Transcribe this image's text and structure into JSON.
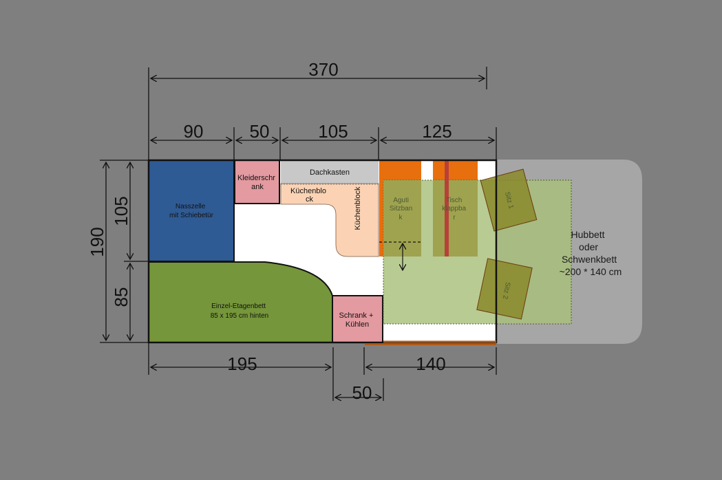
{
  "dimensions": {
    "total_length": "370",
    "top_segments": [
      "90",
      "50",
      "105",
      "125"
    ],
    "bottom_segments": [
      "195",
      "140",
      "50"
    ],
    "total_width": "190",
    "side_segments": [
      "105",
      "85"
    ]
  },
  "rooms": {
    "nasszelle": [
      "Nasszelle",
      "mit Schiebetür"
    ],
    "kleiderschrank": [
      "Kleiderschr",
      "ank"
    ],
    "dachkasten": "Dachkasten",
    "kuechenblock_h": [
      "Küchenblo",
      "ck"
    ],
    "kuechenblock_v": "Küchenblock",
    "etagenbett": [
      "Einzel-Etagenbett",
      "85 x 195 cm hinten"
    ],
    "schrank": [
      "Schrank +",
      "Kühlen"
    ],
    "sitzbank": [
      "Aguti",
      "Sitzban",
      "k"
    ],
    "tisch": [
      "Tisch",
      "klappba",
      "r"
    ],
    "sitz1": "Sitz 1",
    "sitz2": "Sitz 2",
    "hubbett": [
      "Hubbett",
      "oder",
      "Schwenkbett",
      "~200 * 140 cm"
    ]
  },
  "colors": {
    "background": "#7f7f7f",
    "nasszelle": "#2f5b94",
    "kleiderschrank": "#e39aa0",
    "schrank": "#e39aa0",
    "dachkasten": "#c8c8c8",
    "kuechenblock": "#fbd3b4",
    "etagenbett": "#75963a",
    "orange": "#e86f0d",
    "tisch_bar": "#c0392b",
    "hubbett_overlay": "#a8c07a",
    "seat": "#8a8a2a",
    "bed_extension": "#a6a6a6"
  }
}
